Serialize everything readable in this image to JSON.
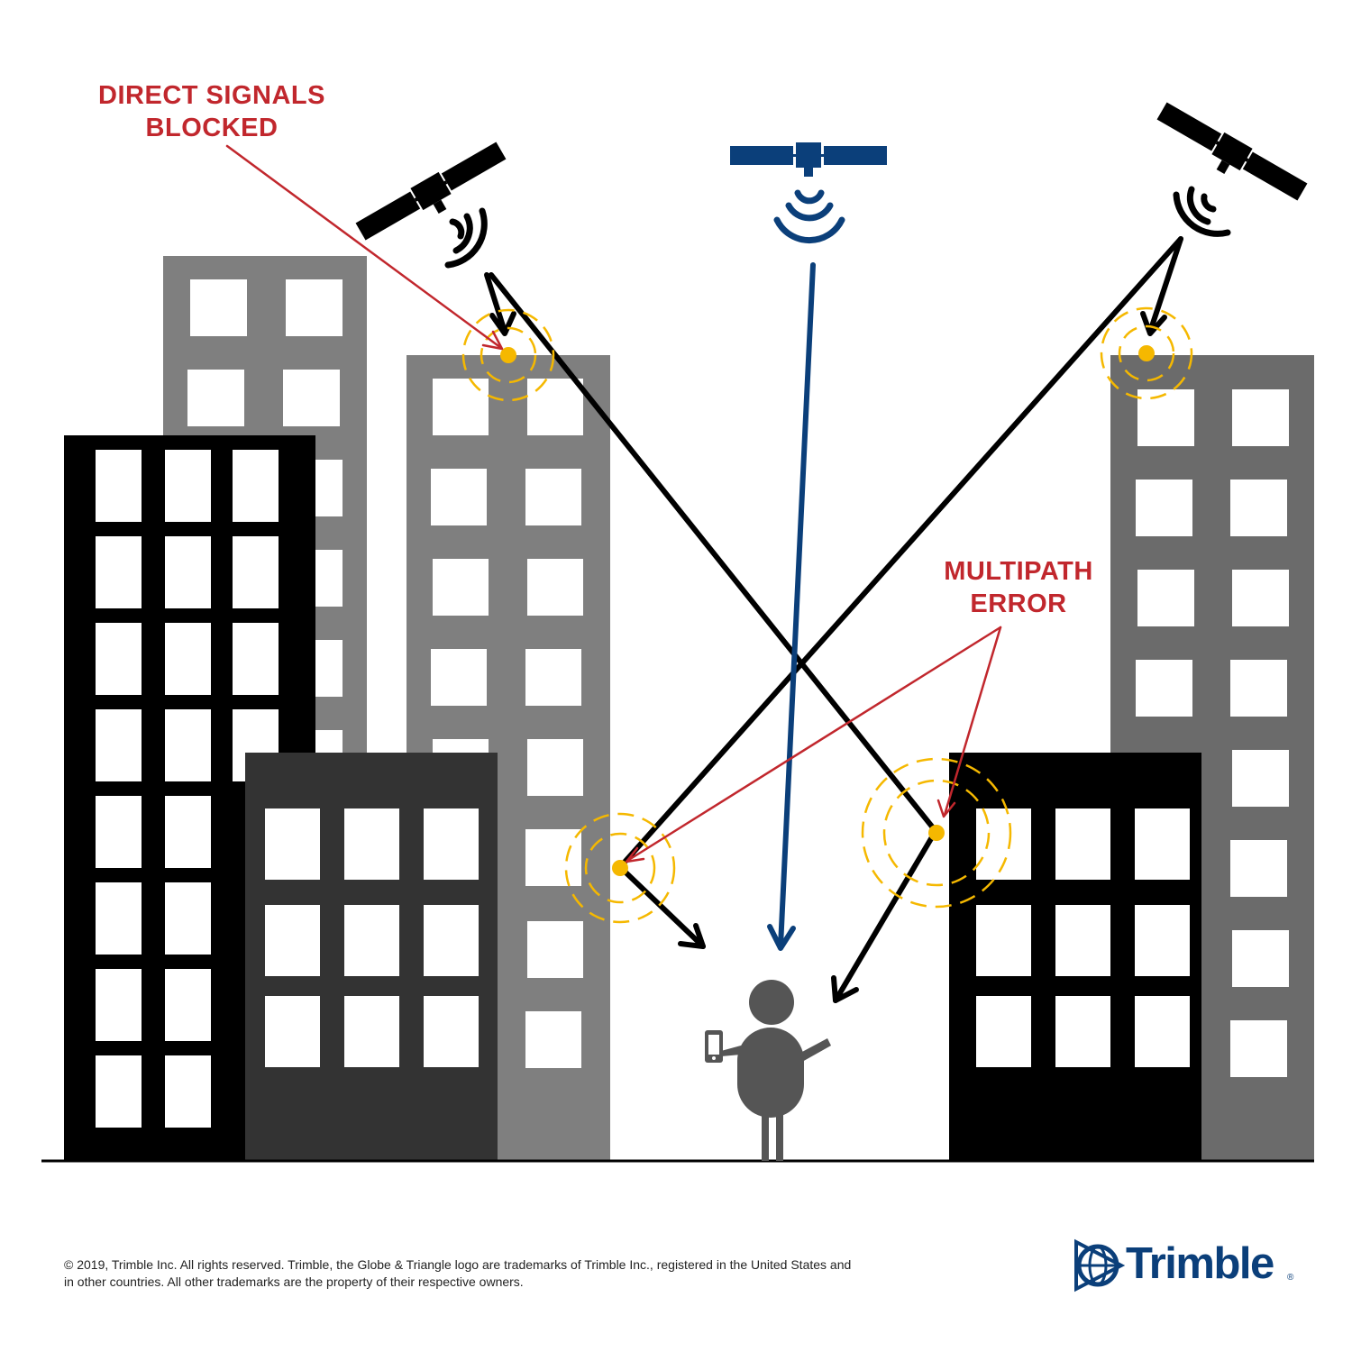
{
  "annotations": {
    "blocked": {
      "line1": "DIRECT SIGNALS",
      "line2": "BLOCKED"
    },
    "multipath": {
      "line1": "MULTIPATH",
      "line2": "ERROR"
    }
  },
  "footer": {
    "copyright_line1": "© 2019, Trimble Inc. All rights reserved. Trimble, the Globe & Triangle logo are trademarks of Trimble Inc., registered in the United States and",
    "copyright_line2": "in other countries. All other trademarks are the property of their respective owners."
  },
  "brand": {
    "name": "Trimble",
    "trademark": "®"
  },
  "colors": {
    "annotation_red": "#c1272d",
    "satellite_blue": "#0b3f7a",
    "reflection_yellow": "#f5b800",
    "building_black": "#000000",
    "building_dark": "#333333",
    "building_mid": "#6b6b6b",
    "building_light": "#7f7f7f",
    "person_gray": "#555555"
  },
  "icons": [
    "satellite-icon",
    "signal-waves-icon",
    "smartphone-icon",
    "person-icon",
    "trimble-globe-logo-icon"
  ]
}
